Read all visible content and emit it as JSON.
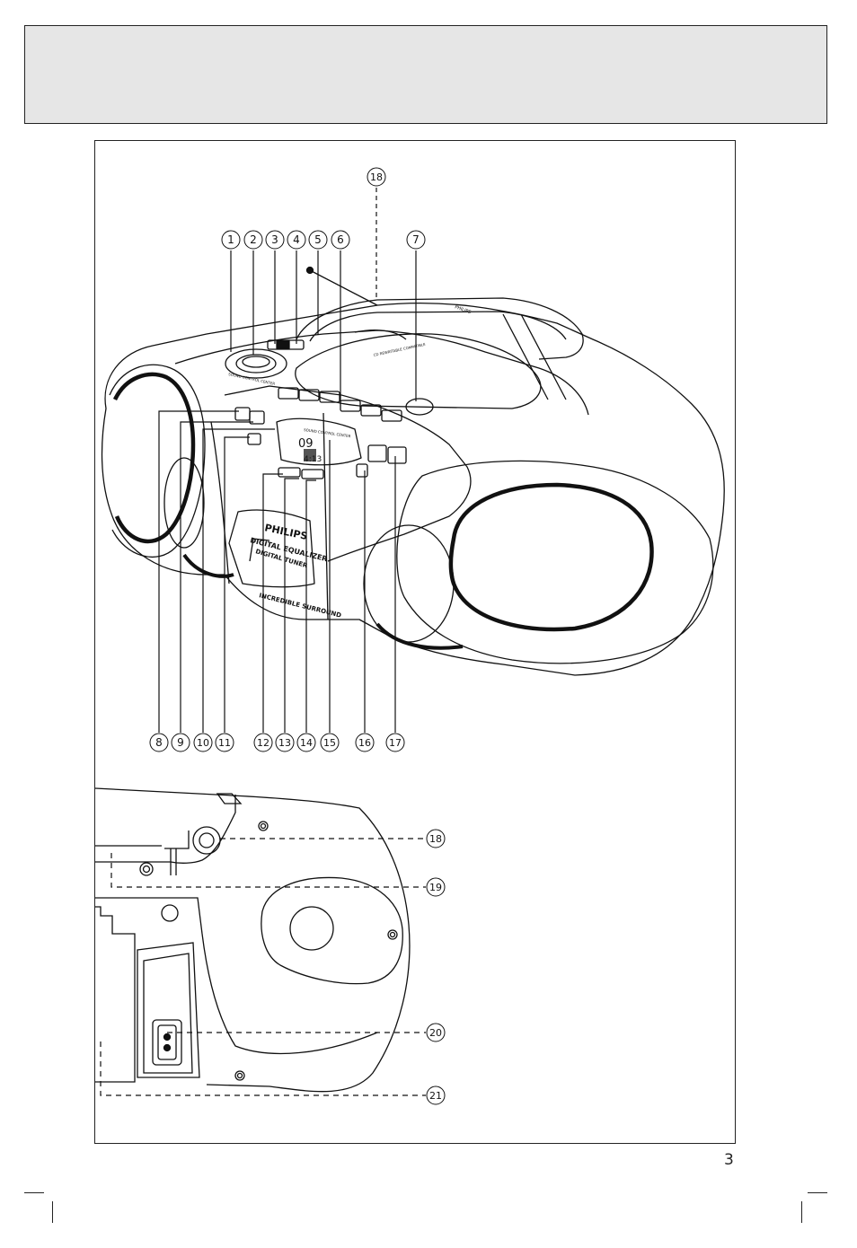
{
  "page": {
    "number": "3"
  },
  "device": {
    "brand": "PHILIPS",
    "front_text_1": "DIGITAL EQUALIZER",
    "front_text_2": "DIGITAL TUNER",
    "front_text_3": "INCREDIBLE SURROUND",
    "dial_text": "SOUND CONTROL CENTER",
    "panel_text": "SOUND CONTROL CENTER",
    "display_track": "09",
    "display_time": "4:13",
    "lid_text": "CD REWRITABLE COMPATIBLE",
    "handle_brand": "PHILIPS"
  },
  "callouts": {
    "c1": "1",
    "c2": "2",
    "c3": "3",
    "c4": "4",
    "c5": "5",
    "c6": "6",
    "c7": "7",
    "c8": "8",
    "c9": "9",
    "c10": "10",
    "c11": "11",
    "c12": "12",
    "c13": "13",
    "c14": "14",
    "c15": "15",
    "c16": "16",
    "c17": "17",
    "c18": "18",
    "c18b": "18",
    "c19": "19",
    "c20": "20",
    "c21": "21"
  }
}
